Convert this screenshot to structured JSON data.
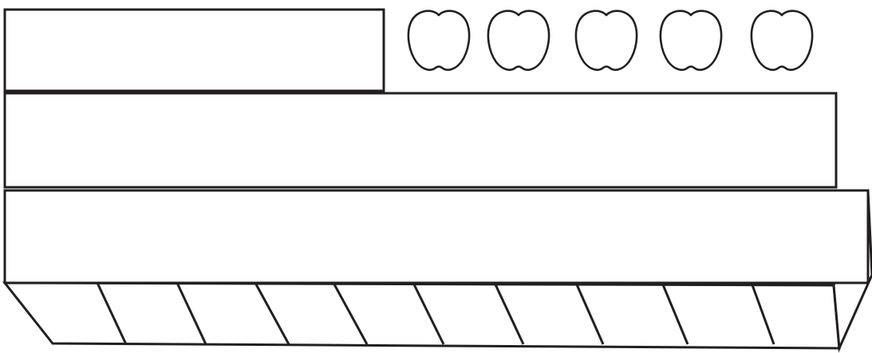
{
  "diagram": {
    "apple_count": 5,
    "bars": [
      {
        "role": "short-bar"
      },
      {
        "role": "long-bar"
      },
      {
        "role": "strip-with-segments",
        "segments": 10
      }
    ],
    "colors": {
      "stroke": "#231f20",
      "fill": "#ffffff"
    },
    "icon": "apple-outline-icon"
  }
}
